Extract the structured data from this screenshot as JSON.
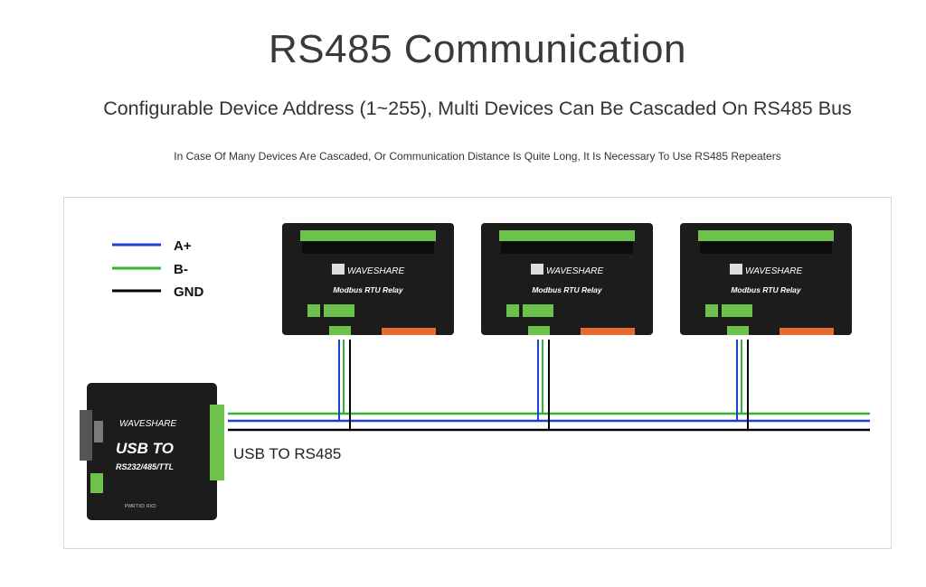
{
  "header": {
    "title": "RS485 Communication",
    "subtitle": "Configurable Device Address (1~255), Multi Devices Can Be Cascaded On RS485 Bus",
    "note": "In Case Of Many Devices Are Cascaded, Or Communication Distance Is Quite Long, It Is Necessary To Use RS485 Repeaters"
  },
  "legend": [
    {
      "label": "A+",
      "color": "#1f3fd0"
    },
    {
      "label": "B-",
      "color": "#2fb52f"
    },
    {
      "label": "GND",
      "color": "#000000"
    }
  ],
  "converter": {
    "brand": "WAVESHARE",
    "model_line1": "USB TO",
    "model_line2": "RS232/485/TTL",
    "caption": "USB TO RS485",
    "leds": [
      "PWR",
      "TXD",
      "RXD"
    ]
  },
  "relays": [
    {
      "brand": "WAVESHARE",
      "model": "Modbus RTU Relay"
    },
    {
      "brand": "WAVESHARE",
      "model": "Modbus RTU Relay"
    },
    {
      "brand": "WAVESHARE",
      "model": "Modbus RTU Relay"
    }
  ],
  "colors": {
    "device_body": "#1c1c1c",
    "terminal_green": "#6cc24a",
    "terminal_orange": "#e86a2c"
  }
}
